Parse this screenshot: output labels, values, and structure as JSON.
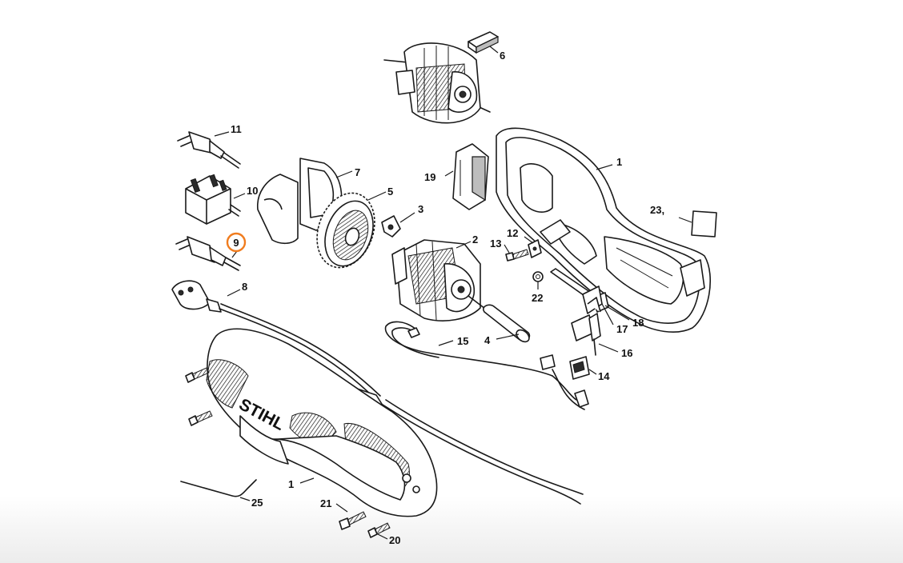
{
  "diagram": {
    "brand_logo": "STIHL",
    "highlight_color": "#f07c1e",
    "highlighted_part": "9",
    "callouts": [
      {
        "id": "c1a",
        "text": "1"
      },
      {
        "id": "c1b",
        "text": "1"
      },
      {
        "id": "c2",
        "text": "2"
      },
      {
        "id": "c3",
        "text": "3"
      },
      {
        "id": "c4",
        "text": "4"
      },
      {
        "id": "c5",
        "text": "5"
      },
      {
        "id": "c6",
        "text": "6"
      },
      {
        "id": "c7",
        "text": "7"
      },
      {
        "id": "c8",
        "text": "8"
      },
      {
        "id": "c9",
        "text": "9"
      },
      {
        "id": "c10",
        "text": "10"
      },
      {
        "id": "c11",
        "text": "11"
      },
      {
        "id": "c12",
        "text": "12"
      },
      {
        "id": "c13",
        "text": "13"
      },
      {
        "id": "c14",
        "text": "14"
      },
      {
        "id": "c15",
        "text": "15"
      },
      {
        "id": "c16",
        "text": "16"
      },
      {
        "id": "c17",
        "text": "17"
      },
      {
        "id": "c18",
        "text": "18"
      },
      {
        "id": "c19",
        "text": "19"
      },
      {
        "id": "c20",
        "text": "20"
      },
      {
        "id": "c21",
        "text": "21"
      },
      {
        "id": "c22",
        "text": "22"
      },
      {
        "id": "c23",
        "text": "23,"
      },
      {
        "id": "c25",
        "text": "25"
      }
    ]
  }
}
